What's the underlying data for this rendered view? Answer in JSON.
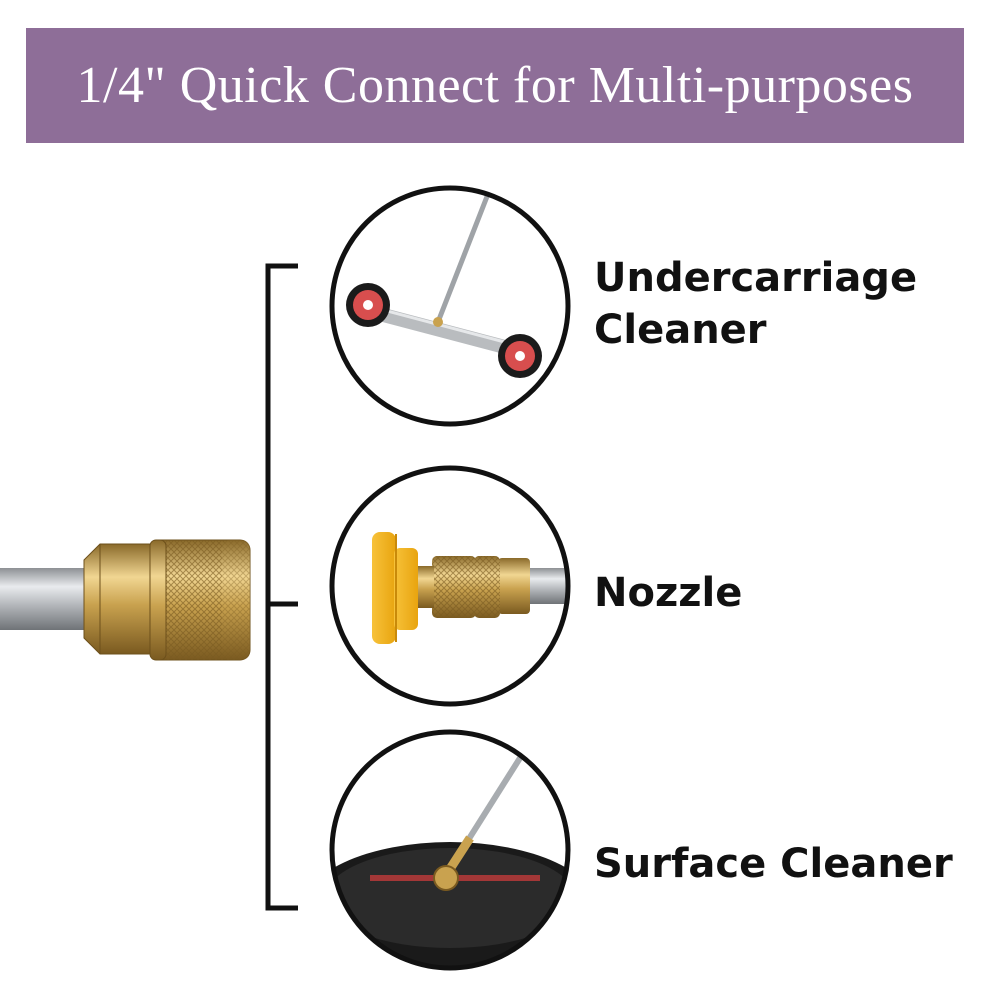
{
  "banner": {
    "title": "1/4\" Quick Connect for Multi-purposes",
    "background": "#8e6e98"
  },
  "items": [
    {
      "line1": "Undercarriage",
      "line2": "Cleaner",
      "icon": "undercarriage-cleaner-icon"
    },
    {
      "line1": "Nozzle",
      "icon": "nozzle-icon"
    },
    {
      "line1": "Surface Cleaner",
      "icon": "surface-cleaner-icon"
    }
  ],
  "colors": {
    "brass": "#c9a24f",
    "steel": "#b9bcbf",
    "nozzle_yellow": "#f5b720",
    "wheel_red": "#d84e4e",
    "bracket": "#111111"
  }
}
